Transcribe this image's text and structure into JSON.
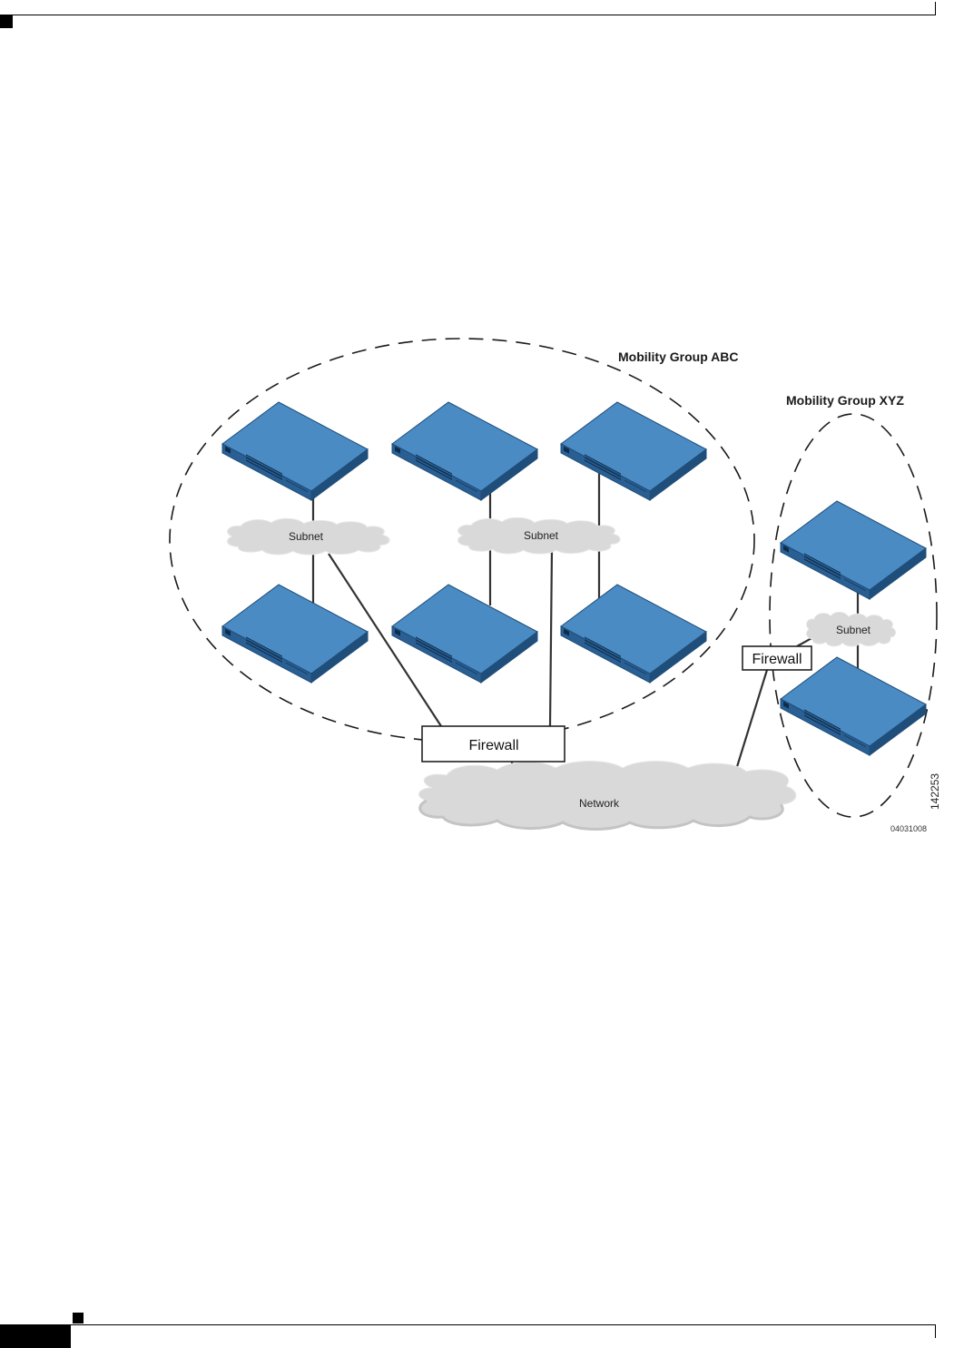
{
  "diagram": {
    "groups": {
      "abc_label": "Mobility Group ABC",
      "xyz_label": "Mobility Group XYZ"
    },
    "subnets": {
      "left": "Subnet",
      "middle": "Subnet",
      "xyz": "Subnet"
    },
    "firewalls": {
      "main": "Firewall",
      "xyz": "Firewall"
    },
    "network_label": "Network",
    "figure_id": "142253",
    "figure_code": "04031008",
    "device_icon": "network-switch-icon",
    "colors": {
      "device_top": "#3f7fb8",
      "device_side": "#24578a",
      "cloud": "#d9d9d9",
      "line": "#333333"
    }
  }
}
